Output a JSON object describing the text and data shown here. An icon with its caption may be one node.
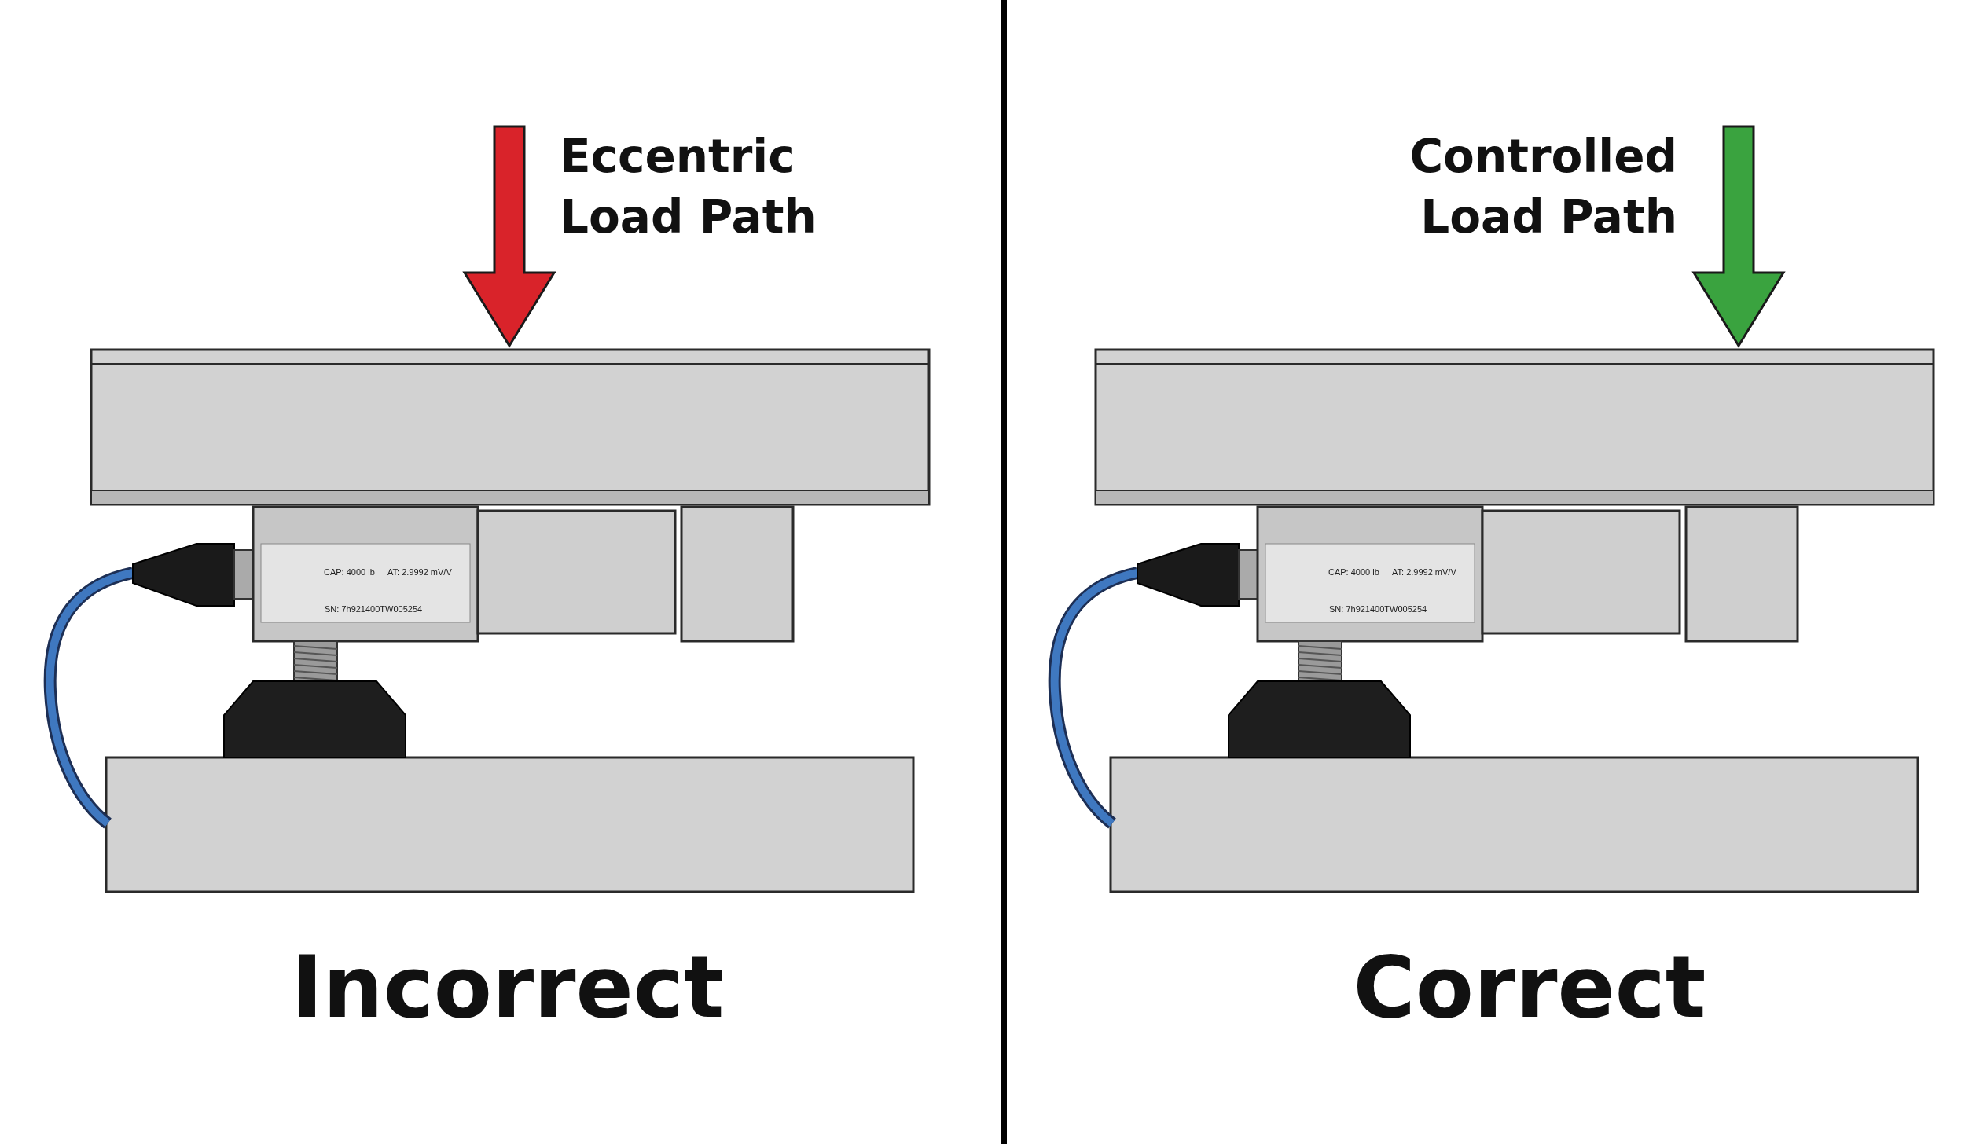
{
  "diagram": {
    "labels": [
      "Eccentric Load Path",
      "CAP: 4000 lb",
      "AT: 2.9992 mV/V",
      "SN: 7h921400TW005254",
      "Incorrect",
      "Controlled Load Path",
      "CAP: 4000 lb",
      "AT: 2.9992 mV/V",
      "SN: 7h921400TW005254",
      "Correct"
    ]
  }
}
